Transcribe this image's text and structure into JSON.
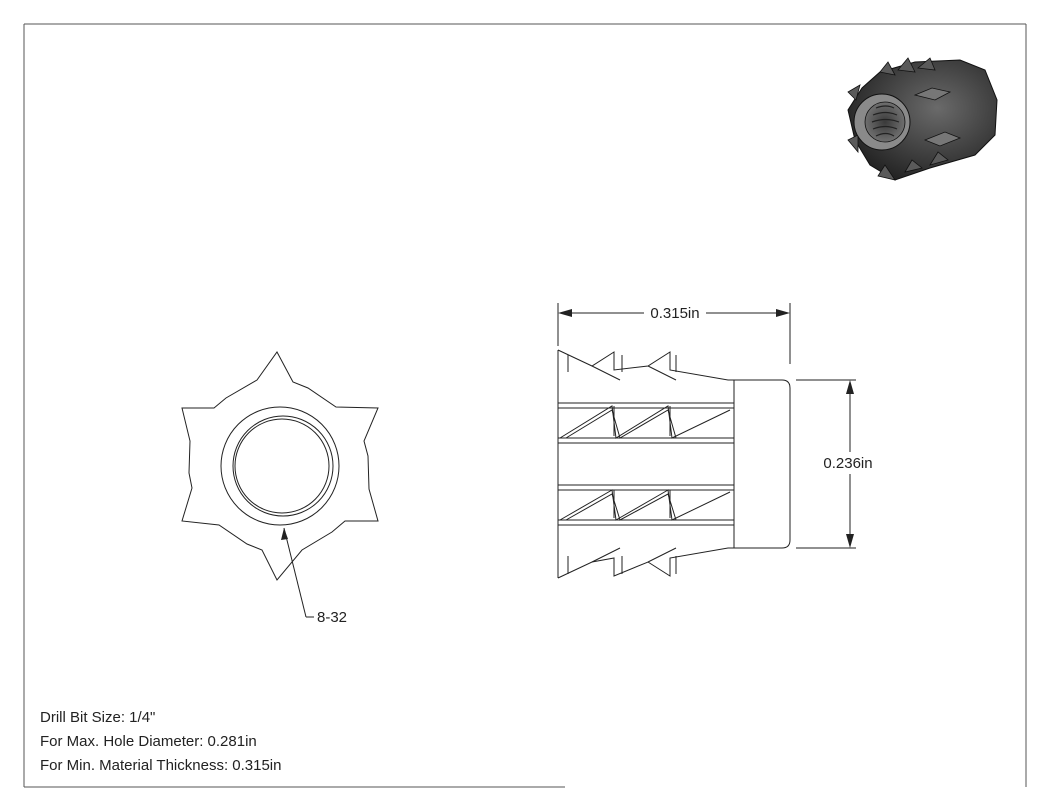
{
  "dimensions": {
    "length": "0.315in",
    "diameter": "0.236in",
    "thread": "8-32"
  },
  "notes": {
    "drill_bit": "Drill Bit Size: 1/4\"",
    "max_hole": "For Max. Hole Diameter: 0.281in",
    "min_thickness": "For Min. Material Thickness: 0.315in"
  }
}
